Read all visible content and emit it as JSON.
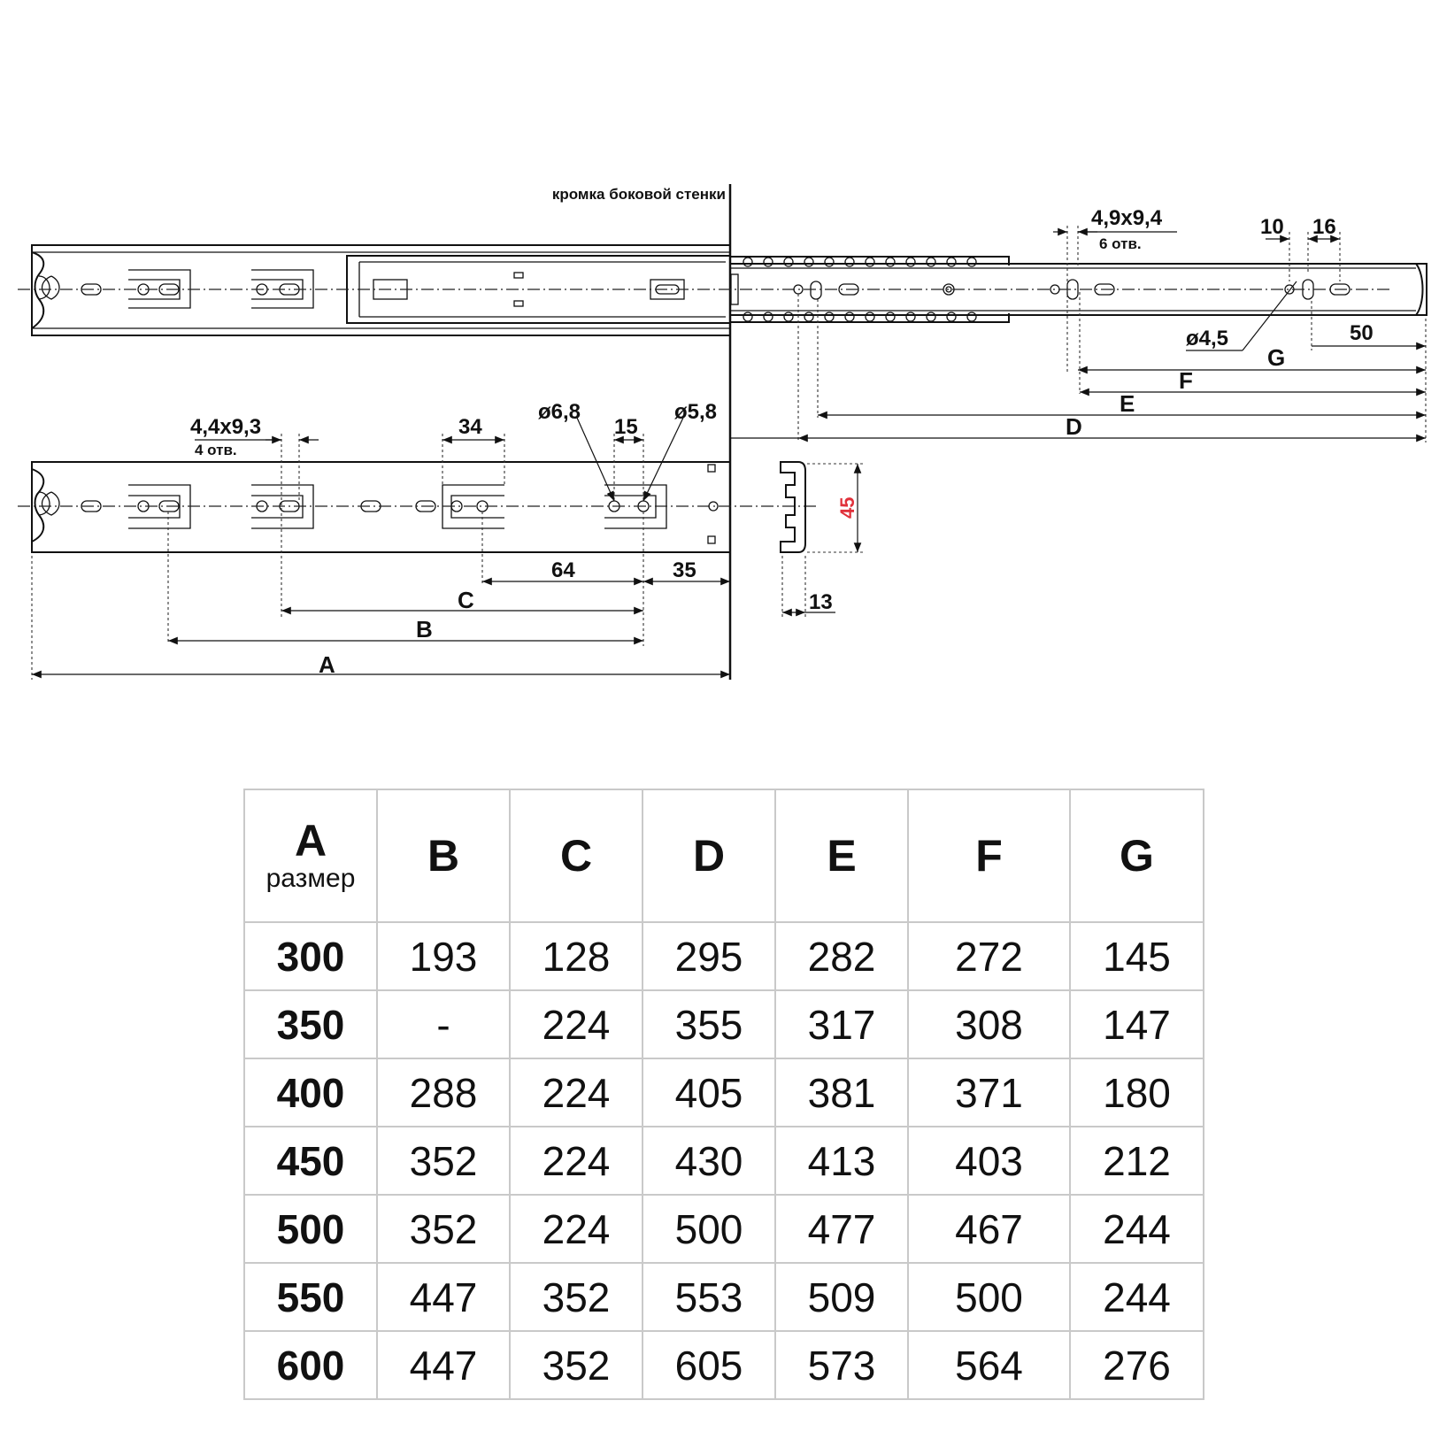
{
  "drawing": {
    "edge_caption": "кромка боковой стенки",
    "top_rail": {
      "slot_size": "4,9x9,4",
      "slot_count": "6 отв.",
      "dim_10": "10",
      "dim_16": "16",
      "hole_diameter": "ø4,5",
      "dim_50": "50",
      "label_g": "G",
      "label_f": "F",
      "label_e": "E",
      "label_d": "D"
    },
    "bottom_rail": {
      "slot_size": "4,4x9,3",
      "slot_count": "4 отв.",
      "dim_34": "34",
      "hole_6_8": "ø6,8",
      "dim_15": "15",
      "hole_5_8": "ø5,8",
      "dim_64": "64",
      "dim_35": "35",
      "label_c": "C",
      "label_b": "B",
      "label_a": "A"
    },
    "profile": {
      "height": "45",
      "width": "13"
    },
    "accent_color": "#e0303a"
  },
  "table": {
    "headers": [
      {
        "letter": "A",
        "sub": "размер"
      },
      {
        "letter": "B",
        "sub": ""
      },
      {
        "letter": "C",
        "sub": ""
      },
      {
        "letter": "D",
        "sub": ""
      },
      {
        "letter": "E",
        "sub": ""
      },
      {
        "letter": "F",
        "sub": ""
      },
      {
        "letter": "G",
        "sub": ""
      }
    ],
    "rows": [
      [
        "300",
        "193",
        "128",
        "295",
        "282",
        "272",
        "145"
      ],
      [
        "350",
        "-",
        "224",
        "355",
        "317",
        "308",
        "147"
      ],
      [
        "400",
        "288",
        "224",
        "405",
        "381",
        "371",
        "180"
      ],
      [
        "450",
        "352",
        "224",
        "430",
        "413",
        "403",
        "212"
      ],
      [
        "500",
        "352",
        "224",
        "500",
        "477",
        "467",
        "244"
      ],
      [
        "550",
        "447",
        "352",
        "553",
        "509",
        "500",
        "244"
      ],
      [
        "600",
        "447",
        "352",
        "605",
        "573",
        "564",
        "276"
      ]
    ]
  }
}
